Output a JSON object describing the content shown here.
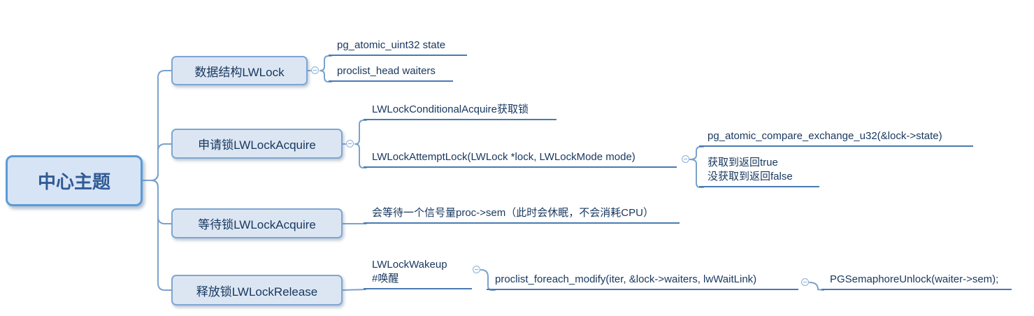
{
  "root": {
    "label": "中心主题"
  },
  "branch1": {
    "label": "数据结构LWLock",
    "child1": {
      "label": "pg_atomic_uint32 state"
    },
    "child2": {
      "label": "proclist_head waiters"
    }
  },
  "branch2": {
    "label": "申请锁LWLockAcquire",
    "child1": {
      "label": "LWLockConditionalAcquire获取锁"
    },
    "child2": {
      "label": "LWLockAttemptLock(LWLock *lock, LWLockMode mode)",
      "child1": {
        "label": "pg_atomic_compare_exchange_u32(&lock->state)"
      },
      "child2": {
        "line1": "获取到返回true",
        "line2": "没获取到返回false"
      }
    }
  },
  "branch3": {
    "label": "等待锁LWLockAcquire",
    "child1": {
      "label": "会等待一个信号量proc->sem（此时会休眠，不会消耗CPU）"
    }
  },
  "branch4": {
    "label": "释放锁LWLockRelease",
    "child1": {
      "line1": "LWLockWakeup",
      "line2": "#唤醒",
      "child1": {
        "label": "proclist_foreach_modify(iter, &lock->waiters, lwWaitLink)",
        "child1": {
          "label": "PGSemaphoreUnlock(waiter->sem);"
        }
      }
    }
  },
  "colors": {
    "node_fill": "#dce6f3",
    "node_border": "#7ea6d3",
    "root_border": "#5b9bd5",
    "text": "#17375e",
    "root_text": "#2f5b95",
    "connector": "#7aa2cc",
    "underline": "#4a7ab2"
  }
}
